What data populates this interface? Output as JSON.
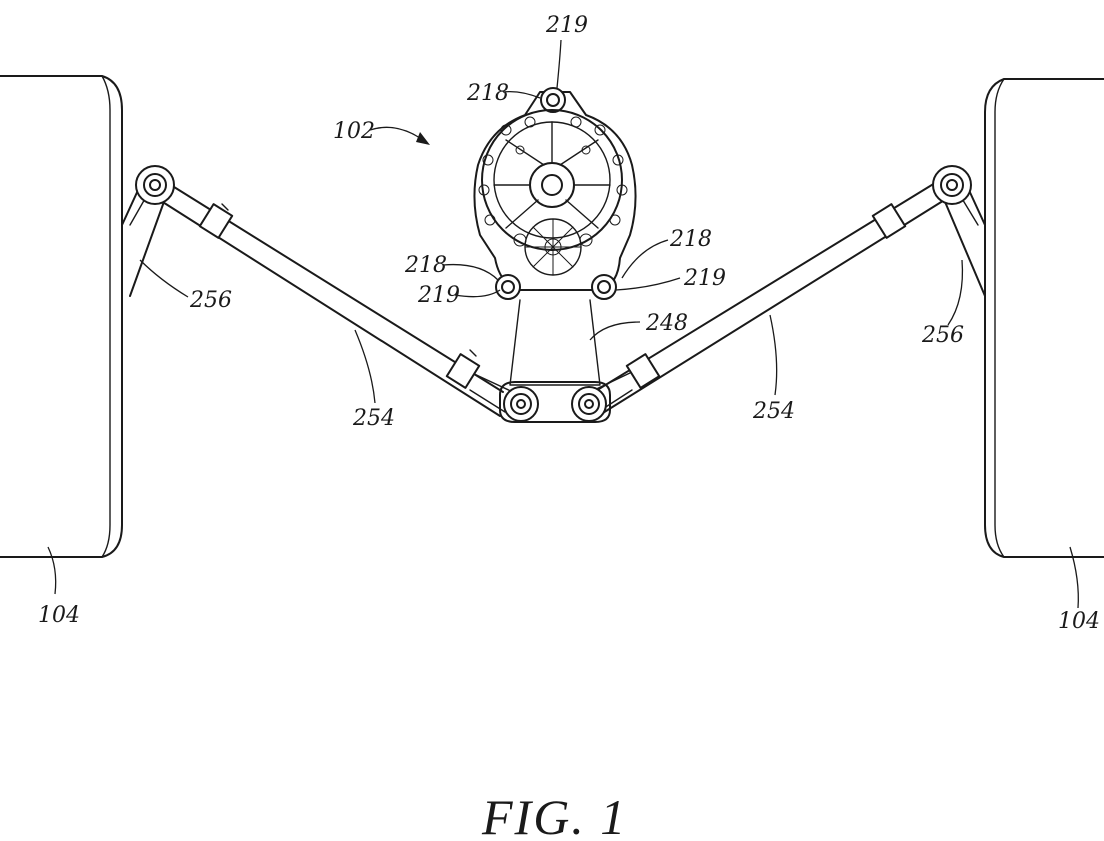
{
  "figure": {
    "caption": "FIG. 1",
    "labels": {
      "l219_top": "219",
      "l218_top": "218",
      "l102": "102",
      "l218_left": "218",
      "l219_left": "219",
      "l218_right": "218",
      "l219_right": "219",
      "l248": "248",
      "l256_left": "256",
      "l256_right": "256",
      "l254_left": "254",
      "l254_right": "254",
      "l104_left": "104",
      "l104_right": "104"
    }
  }
}
